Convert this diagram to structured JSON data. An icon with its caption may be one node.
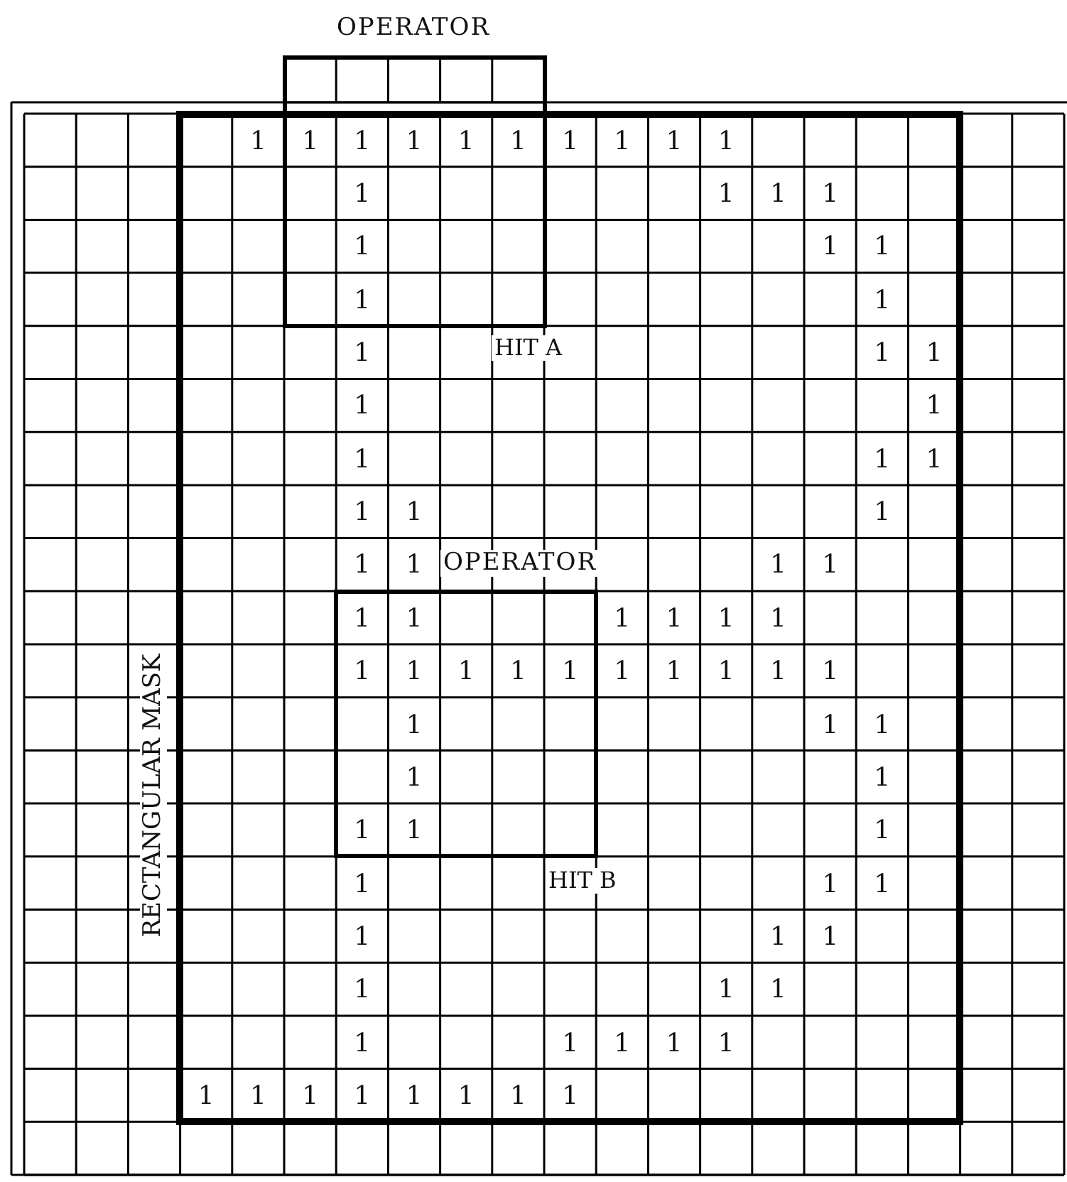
{
  "diagram": {
    "nodes": [
      {
        "text": [
          "RECTANGULAR MASK"
        ]
      },
      {
        "text": [
          "OPERATOR"
        ],
        "beside": [
          "HIT A"
        ]
      },
      {
        "text": [
          "OPERATOR"
        ],
        "beside": [
          "HIT B"
        ],
        "in": 0
      }
    ],
    "labels": [
      "1",
      "1",
      "1",
      "1",
      "1",
      "1",
      "1",
      "1",
      "1",
      "1",
      "1",
      "1",
      "1",
      "1",
      "1",
      "1",
      "1",
      "1",
      "1",
      "1",
      "1",
      "1",
      "1",
      "1",
      "1",
      "1",
      "1",
      "1",
      "1",
      "1",
      "1",
      "1",
      "1",
      "1",
      "1",
      "1",
      "1",
      "1",
      "1",
      "1",
      "1",
      "1",
      "1",
      "1",
      "1",
      "1",
      "1",
      "1",
      "1",
      "1",
      "1",
      "1",
      "1",
      "1",
      "1",
      "1",
      "1",
      "1",
      "1",
      "1",
      "1",
      "1",
      "1",
      "1",
      "1",
      "1",
      "1",
      "1",
      "1",
      "1",
      "1",
      "1",
      "1",
      "1",
      "1",
      "1",
      "1",
      "1",
      "1",
      "1"
    ]
  }
}
